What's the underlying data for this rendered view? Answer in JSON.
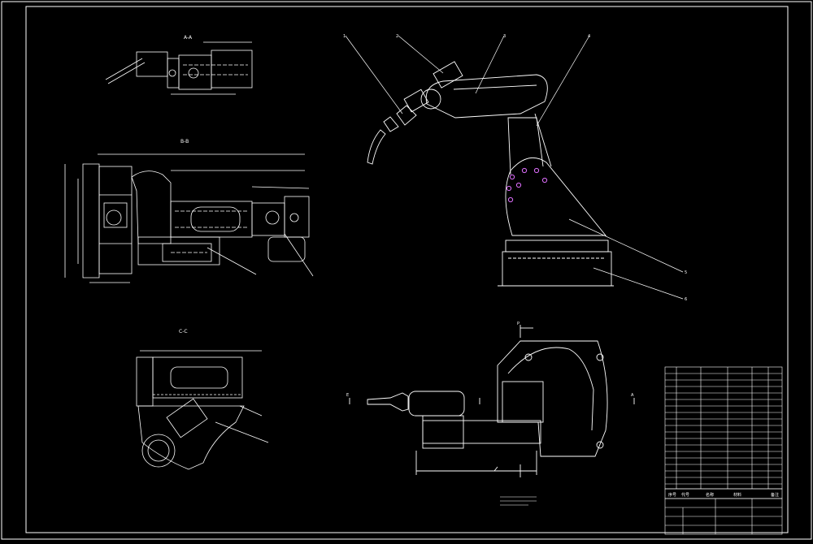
{
  "views": {
    "view_aa_label": "A-A",
    "view_bb_label": "B-B",
    "view_cc_label": "C-C"
  },
  "section_marks": {
    "p": "P",
    "e": "E",
    "a": "A"
  },
  "callouts": [
    "1",
    "2",
    "3",
    "4",
    "5",
    "6"
  ],
  "title_block": {
    "col_seq": "序号",
    "col_code": "代号",
    "col_name": "名称",
    "col_material": "材料",
    "col_note": "备注"
  },
  "colors": {
    "line": "#ffffff",
    "accent": "#e070ff",
    "background": "#000000"
  }
}
